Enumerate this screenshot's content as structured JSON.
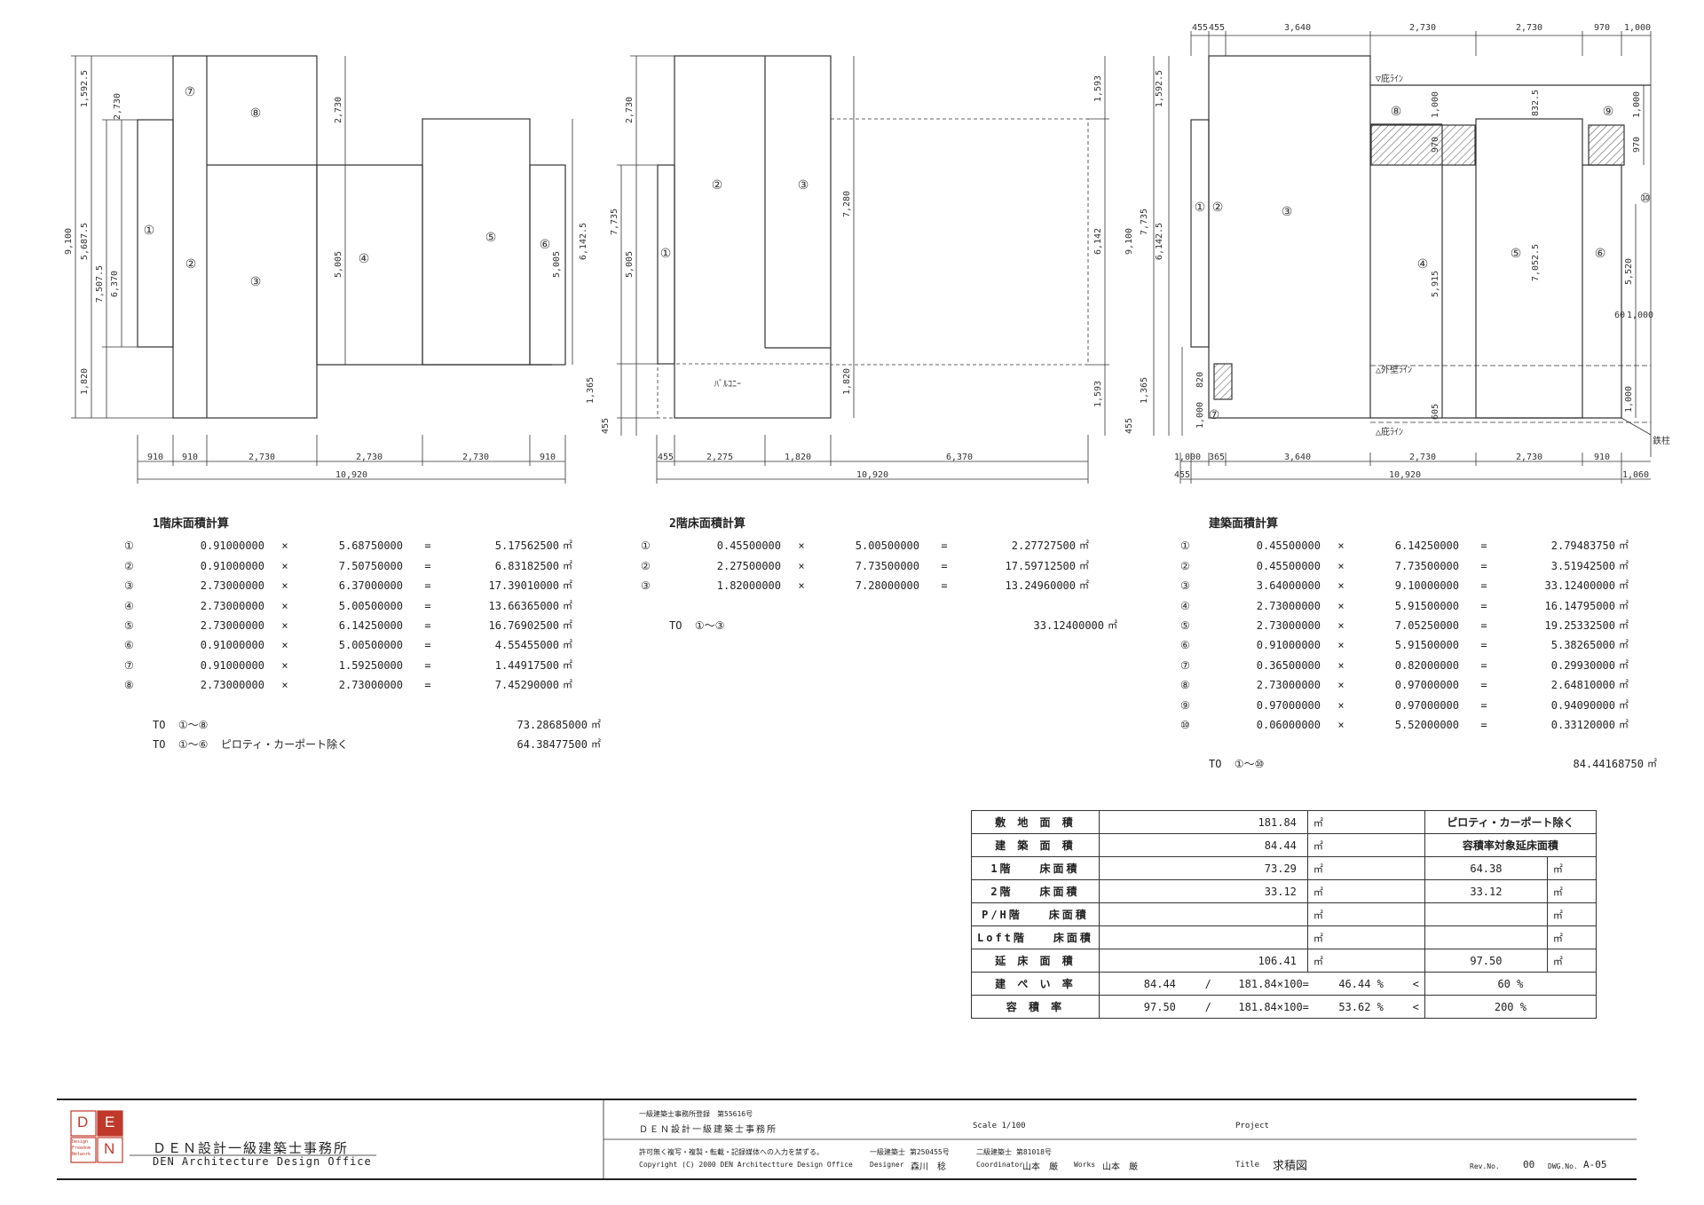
{
  "drawing": {
    "floor1": {
      "left_dims": [
        "9,100",
        "5,687.5",
        "7,507.5",
        "6,370",
        "1,592.5",
        "2,730",
        "1,820"
      ],
      "inner_dims": [
        "2,730",
        "5,005",
        "5,005",
        "6,142.5"
      ],
      "bottom_dims": [
        "910",
        "910",
        "2,730",
        "2,730",
        "2,730",
        "910"
      ],
      "total_dim": "10,920",
      "labels": [
        "①",
        "②",
        "③",
        "④",
        "⑤",
        "⑥",
        "⑦",
        "⑧"
      ]
    },
    "floor2": {
      "left_dims": [
        "2,730",
        "7,735",
        "5,005",
        "1,365",
        "455"
      ],
      "right_dims": [
        "7,280",
        "1,820",
        "1,593",
        "6,142",
        "1,593"
      ],
      "bottom_dims": [
        "455",
        "2,275",
        "1,820",
        "6,370"
      ],
      "total_dim": "10,920",
      "labels": [
        "①",
        "②",
        "③"
      ],
      "balcony": "ﾊﾞﾙｺﾆｰ"
    },
    "building": {
      "top_dims": [
        "455",
        "455",
        "3,640",
        "2,730",
        "2,730",
        "970",
        "1,000"
      ],
      "left_dims": [
        "9,100",
        "7,735",
        "6,142.5",
        "1,592.5",
        "1,365",
        "455",
        "820",
        "1,000"
      ],
      "inner_dims": [
        "1,000",
        "970",
        "832.5",
        "1,000",
        "970",
        "5,915",
        "7,052.5",
        "5,520",
        "60",
        "1,000",
        "605",
        "1,000"
      ],
      "bottom_dims": [
        "1,000",
        "365",
        "3,640",
        "2,730",
        "2,730",
        "910"
      ],
      "total_dims": [
        "455",
        "10,920",
        "1,060"
      ],
      "labels": [
        "①",
        "②",
        "③",
        "④",
        "⑤",
        "⑥",
        "⑦",
        "⑧",
        "⑨",
        "⑩"
      ],
      "notes": [
        "▽庇ﾗｲﾝ",
        "△外壁ﾗｲﾝ",
        "△庇ﾗｲﾝ",
        "鉄柱"
      ]
    }
  },
  "calc1": {
    "title": "1階床面積計算",
    "rows": [
      {
        "id": "①",
        "a": "0.91000000",
        "b": "5.68750000",
        "r": "5.17562500"
      },
      {
        "id": "②",
        "a": "0.91000000",
        "b": "7.50750000",
        "r": "6.83182500"
      },
      {
        "id": "③",
        "a": "2.73000000",
        "b": "6.37000000",
        "r": "17.39010000"
      },
      {
        "id": "④",
        "a": "2.73000000",
        "b": "5.00500000",
        "r": "13.66365000"
      },
      {
        "id": "⑤",
        "a": "2.73000000",
        "b": "6.14250000",
        "r": "16.76902500"
      },
      {
        "id": "⑥",
        "a": "0.91000000",
        "b": "5.00500000",
        "r": "4.55455000"
      },
      {
        "id": "⑦",
        "a": "0.91000000",
        "b": "1.59250000",
        "r": "1.44917500"
      },
      {
        "id": "⑧",
        "a": "2.73000000",
        "b": "2.73000000",
        "r": "7.45290000"
      }
    ],
    "totals": [
      {
        "label": "TO  ①～⑧",
        "value": "73.28685000"
      },
      {
        "label": "TO  ①～⑥  ピロティ・カーポート除く",
        "value": "64.38477500"
      }
    ]
  },
  "calc2": {
    "title": "2階床面積計算",
    "rows": [
      {
        "id": "①",
        "a": "0.45500000",
        "b": "5.00500000",
        "r": "2.27727500"
      },
      {
        "id": "②",
        "a": "2.27500000",
        "b": "7.73500000",
        "r": "17.59712500"
      },
      {
        "id": "③",
        "a": "1.82000000",
        "b": "7.28000000",
        "r": "13.24960000"
      }
    ],
    "totals": [
      {
        "label": "TO  ①～③",
        "value": "33.12400000"
      }
    ]
  },
  "calc3": {
    "title": "建築面積計算",
    "rows": [
      {
        "id": "①",
        "a": "0.45500000",
        "b": "6.14250000",
        "r": "2.79483750"
      },
      {
        "id": "②",
        "a": "0.45500000",
        "b": "7.73500000",
        "r": "3.51942500"
      },
      {
        "id": "③",
        "a": "3.64000000",
        "b": "9.10000000",
        "r": "33.12400000"
      },
      {
        "id": "④",
        "a": "2.73000000",
        "b": "5.91500000",
        "r": "16.14795000"
      },
      {
        "id": "⑤",
        "a": "2.73000000",
        "b": "7.05250000",
        "r": "19.25332500"
      },
      {
        "id": "⑥",
        "a": "0.91000000",
        "b": "5.91500000",
        "r": "5.38265000"
      },
      {
        "id": "⑦",
        "a": "0.36500000",
        "b": "0.82000000",
        "r": "0.29930000"
      },
      {
        "id": "⑧",
        "a": "2.73000000",
        "b": "0.97000000",
        "r": "2.64810000"
      },
      {
        "id": "⑨",
        "a": "0.97000000",
        "b": "0.97000000",
        "r": "0.94090000"
      },
      {
        "id": "⑩",
        "a": "0.06000000",
        "b": "5.52000000",
        "r": "0.33120000"
      }
    ],
    "totals": [
      {
        "label": "TO  ①～⑩",
        "value": "84.44168750"
      }
    ]
  },
  "symbols": {
    "times": "×",
    "equals": "=",
    "unit": "㎡"
  },
  "summary": {
    "rows": [
      {
        "label": "敷 地 面 積",
        "value": "181.84",
        "unit": "㎡",
        "right": "ピロティ・カーポート除く",
        "rval": "",
        "runit": ""
      },
      {
        "label": "建 築 面 積",
        "value": "84.44",
        "unit": "㎡",
        "right": "容積率対象延床面積",
        "rval": "",
        "runit": ""
      },
      {
        "label": "1階　　床面積",
        "value": "73.29",
        "unit": "㎡",
        "right": "",
        "rval": "64.38",
        "runit": "㎡"
      },
      {
        "label": "2階　　床面積",
        "value": "33.12",
        "unit": "㎡",
        "right": "",
        "rval": "33.12",
        "runit": "㎡"
      },
      {
        "label": "P/H階　　床面積",
        "value": "",
        "unit": "㎡",
        "right": "",
        "rval": "",
        "runit": "㎡"
      },
      {
        "label": "Loft階　　床面積",
        "value": "",
        "unit": "㎡",
        "right": "",
        "rval": "",
        "runit": "㎡"
      },
      {
        "label": "延 床 面 積",
        "value": "106.41",
        "unit": "㎡",
        "right": "",
        "rval": "97.50",
        "runit": "㎡"
      }
    ],
    "ratios": [
      {
        "label": "建 ぺ い 率",
        "num": "84.44",
        "slash": "/",
        "den": "181.84×100=",
        "pct": "46.44 %",
        "lt": "<",
        "limit": "60 %"
      },
      {
        "label": "容 積 率",
        "num": "97.50",
        "slash": "/",
        "den": "181.84×100=",
        "pct": "53.62 %",
        "lt": "<",
        "limit": "200 %"
      }
    ]
  },
  "titleblock": {
    "logo_letters": [
      "D",
      "E",
      "N"
    ],
    "logo_small": "Design Freedom Network",
    "office_jp": "ＤＥＮ設計一級建築士事務所",
    "office_en": "DEN Architecture Design Office",
    "registration": "一級建築士事務所登録　第55616号",
    "office_jp2": "ＤＥＮ設計一級建築士事務所",
    "notice": "許可無く複写・複製・転載・記録媒体への入力を禁ずる。",
    "copyright": "Copyright (C) 2000  DEN Architectture Design Office",
    "license1": "一級建築士  第250455号",
    "license2": "二級建築士  第81018号",
    "designer_label": "Designer",
    "designer": "森川　稔",
    "coordinator_label": "Coordinator",
    "coordinator": "山本　厳",
    "works_label": "Works",
    "works": "山本　厳",
    "scale": "Scale 1/100",
    "project_label": "Project",
    "title_label": "Title",
    "title": "求積図",
    "rev_label": "Rev.No.",
    "rev": "00",
    "dwg_label": "DWG.No.",
    "dwg": "A-05"
  }
}
